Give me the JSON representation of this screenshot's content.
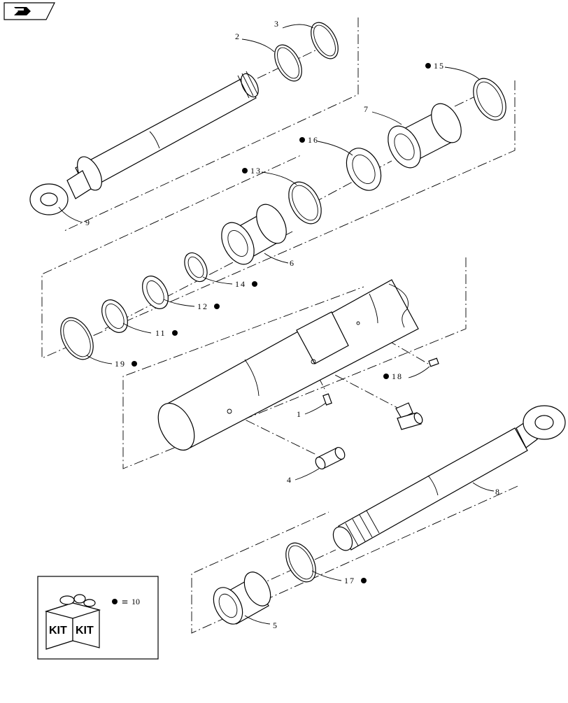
{
  "callouts": [
    {
      "num": "1",
      "dot": false
    },
    {
      "num": "2",
      "dot": false
    },
    {
      "num": "3",
      "dot": false
    },
    {
      "num": "4",
      "dot": false
    },
    {
      "num": "5",
      "dot": false
    },
    {
      "num": "6",
      "dot": false
    },
    {
      "num": "7",
      "dot": false
    },
    {
      "num": "8",
      "dot": false
    },
    {
      "num": "9",
      "dot": false
    },
    {
      "num": "11",
      "dot": true
    },
    {
      "num": "12",
      "dot": true
    },
    {
      "num": "13",
      "dot": true
    },
    {
      "num": "14",
      "dot": true
    },
    {
      "num": "15",
      "dot": true
    },
    {
      "num": "16",
      "dot": true
    },
    {
      "num": "17",
      "dot": true
    },
    {
      "num": "18",
      "dot": true
    },
    {
      "num": "19",
      "dot": true
    }
  ],
  "kit_legend": {
    "box_text_left": "KIT",
    "box_text_right": "KIT",
    "equals": "=",
    "kit_number": "10"
  },
  "nav_icon": "next-page-arrow-icon"
}
